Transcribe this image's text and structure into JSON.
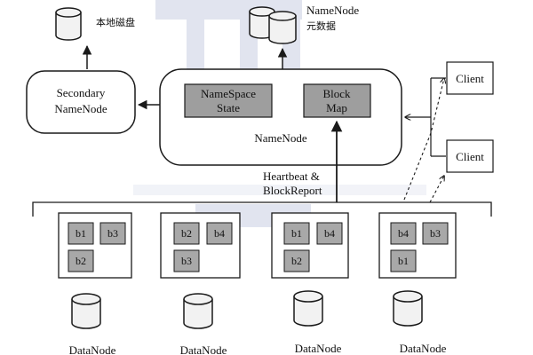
{
  "colors": {
    "stroke": "#1a1a1a",
    "gray_box": "#9e9e9e",
    "block_fill": "#a8a8a8",
    "cylinder_fill": "#f2f2f2",
    "watermark": "#c9cfe3"
  },
  "top_storage": {
    "local_disk_label": "本地磁盘",
    "metadata_label_line1": "NameNode",
    "metadata_label_line2": "元数据"
  },
  "secondary": {
    "line1": "Secondary",
    "line2": "NameNode"
  },
  "namenode": {
    "label": "NameNode",
    "namespace_line1": "NameSpace",
    "namespace_line2": "State",
    "blockmap_line1": "Block",
    "blockmap_line2": "Map"
  },
  "clients": [
    "Client",
    "Client"
  ],
  "heartbeat": {
    "line1": "Heartbeat &",
    "line2": "BlockReport"
  },
  "datanodes": [
    {
      "label": "DataNode",
      "blocks": [
        "b1",
        "b3",
        "b2"
      ]
    },
    {
      "label": "DataNode",
      "blocks": [
        "b2",
        "b4",
        "b3"
      ]
    },
    {
      "label": "DataNode",
      "blocks": [
        "b1",
        "b4",
        "b2"
      ]
    },
    {
      "label": "DataNode",
      "blocks": [
        "b4",
        "b3",
        "b1"
      ]
    }
  ]
}
